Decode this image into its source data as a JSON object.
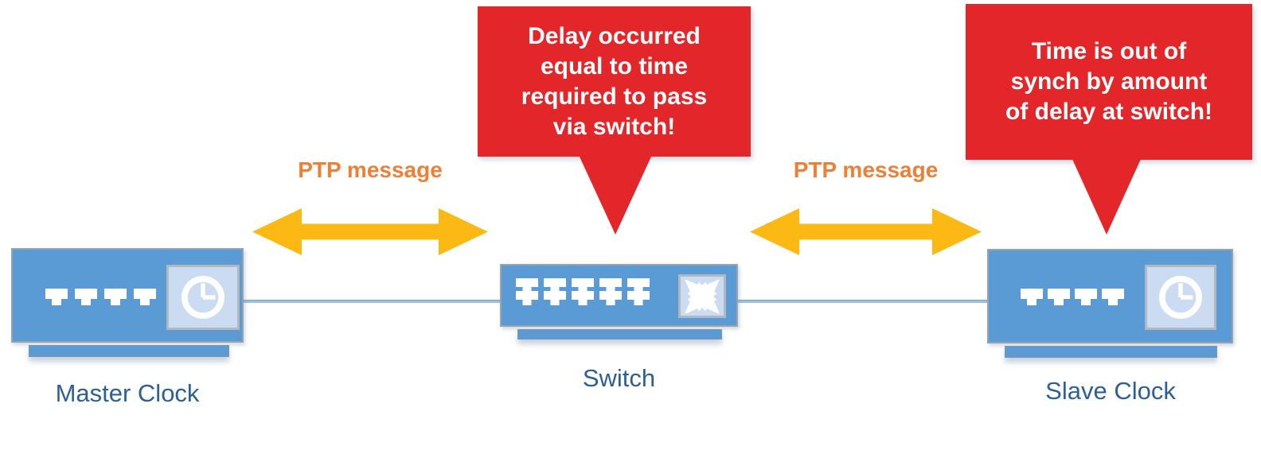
{
  "devices": [
    {
      "label": "Master Clock",
      "icon": "clock-icon",
      "ports": 4
    },
    {
      "label": "Switch",
      "icon": "switch-crossover-icon",
      "ports": 10
    },
    {
      "label": "Slave Clock",
      "icon": "clock-icon",
      "ports": 4
    }
  ],
  "links": [
    {
      "label": "PTP message"
    },
    {
      "label": "PTP message"
    }
  ],
  "callouts": [
    {
      "target": "switch",
      "lines": [
        "Delay occurred",
        "equal to time",
        "required to pass",
        "via switch!"
      ]
    },
    {
      "target": "slave-clock",
      "lines": [
        "Time is out of",
        "synch by amount",
        "of delay at switch!"
      ]
    }
  ],
  "colors": {
    "device_blue": "#5b9bd5",
    "panel_blue": "#cbdcf2",
    "callout_red": "#e32629",
    "arrow_gold": "#fcb813",
    "link_label_orange": "#ee7f35",
    "device_label_blue": "#2d5f97",
    "cable_blue": "#9cc0e4"
  }
}
